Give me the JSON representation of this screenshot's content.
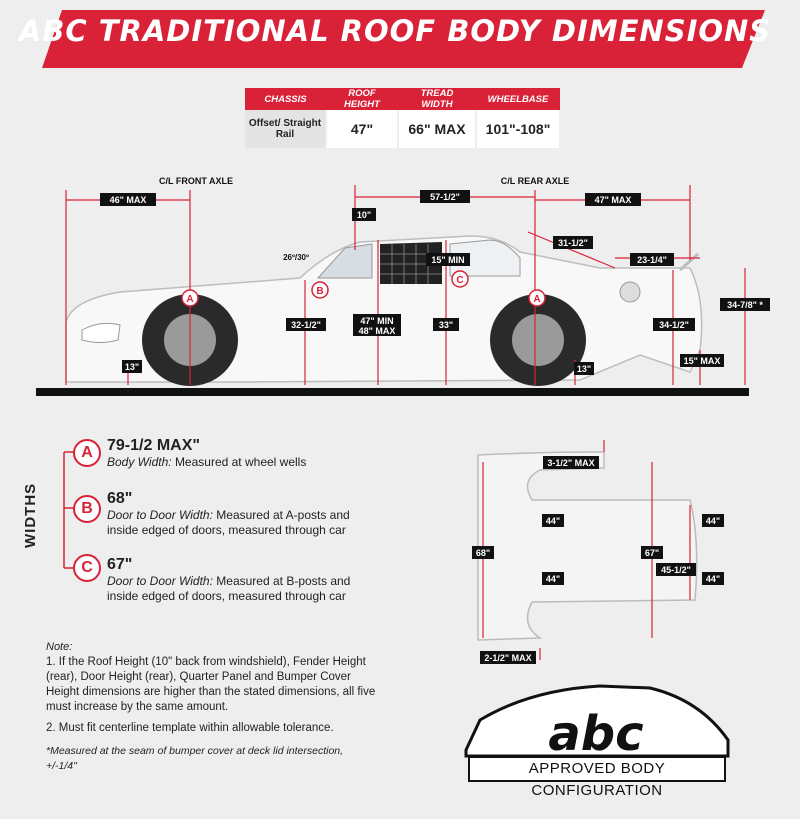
{
  "title": "ABC TRADITIONAL ROOF BODY DIMENSIONS",
  "spec_table": {
    "headers": [
      "CHASSIS",
      "ROOF HEIGHT",
      "TREAD WIDTH",
      "WHEELBASE"
    ],
    "row": [
      "Offset/ Straight Rail",
      "47\"",
      "66\" MAX",
      "101\"-108\""
    ]
  },
  "side_view": {
    "cl_front_axle": "C/L FRONT AXLE",
    "cl_rear_axle": "C/L REAR AXLE",
    "front_overhang": "46\" MAX",
    "wheelbase_section": "57-1/2\"",
    "rear_overhang": "47\" MAX",
    "windshield_back": "10\"",
    "windshield_angle": "26º/30º",
    "rear_window": "31-1/2\"",
    "deck": "23-1/4\"",
    "quarter_window": "15\" MIN",
    "fender_height": "32-1/2\"",
    "roof_height_line1": "47\" MIN",
    "roof_height_line2": "48\" MAX",
    "door_height": "33\"",
    "quarter_height": "34-1/2\"",
    "bumper_height": "34-7/8\" *",
    "front_clearance": "13\"",
    "rear_clearance": "13\"",
    "rear_bumper_clearance": "15\" MAX",
    "marker_a": "A",
    "marker_b": "B",
    "marker_c": "C"
  },
  "widths": {
    "side_label": "WIDTHS",
    "items": [
      {
        "letter": "A",
        "value": "79-1/2 MAX\"",
        "term": "Body Width:",
        "desc": "Measured at wheel wells"
      },
      {
        "letter": "B",
        "value": "68\"",
        "term": "Door to Door Width:",
        "desc": "Measured at A-posts and inside edged of doors, measured through car"
      },
      {
        "letter": "C",
        "value": "67\"",
        "term": "Door to Door Width:",
        "desc": "Measured at B-posts and inside edged of doors, measured through car"
      }
    ]
  },
  "top_view": {
    "front_step": "3-1/2\" MAX",
    "rear_step": "2-1/2\" MAX",
    "width_68": "68\"",
    "width_67": "67\"",
    "a_post_upper": "44\"",
    "a_post_lower": "44\"",
    "rear_upper": "44\"",
    "rear_lower": "44\"",
    "rear_width": "45-1/2\""
  },
  "notes": {
    "heading": "Note:",
    "n1": "1. If the Roof Height (10\" back from windshield), Fender Height (rear), Door Height (rear), Quarter Panel and Bumper Cover Height dimensions are higher than the stated dimensions, all five must increase by the same amount.",
    "n2": "2. Must fit centerline template within allowable tolerance.",
    "footnote": "*Measured at the seam of bumper cover at deck lid intersection, +/-1/4\""
  },
  "logo": {
    "word": "abc",
    "caption": "APPROVED BODY CONFIGURATION"
  },
  "colors": {
    "accent": "#d92237",
    "background": "#eeeeee",
    "label_bg": "#111111"
  }
}
